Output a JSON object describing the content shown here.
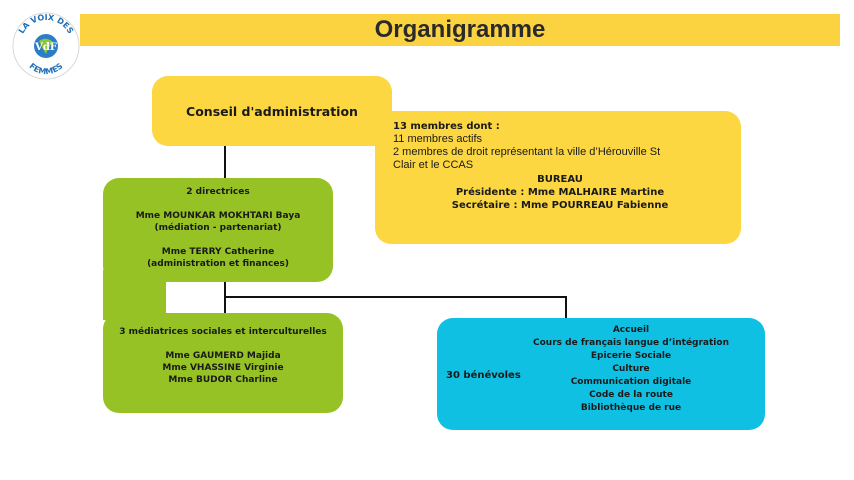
{
  "header": {
    "title": "Organigramme"
  },
  "logo": {
    "text_top": "LA VOIX DES",
    "text_bottom": "FEMMES",
    "monogram": "VdF"
  },
  "conseil": {
    "label": "Conseil d'administration"
  },
  "membres": {
    "heading": "13 membres dont :",
    "line1": "11 membres actifs",
    "line2": "2 membres de droit représentant la ville d’Hérouville St",
    "line3": "Clair et le CCAS",
    "bureau": "BUREAU",
    "presidente": "Présidente : Mme MALHAIRE Martine",
    "secretaire": "Secrétaire : Mme POURREAU Fabienne"
  },
  "directrices": {
    "heading": "2 directrices",
    "d1_name": "Mme MOUNKAR MOKHTARI Baya",
    "d1_role": "(médiation - partenariat)",
    "d2_name": "Mme TERRY Catherine",
    "d2_role": "(administration et finances)"
  },
  "mediatrices": {
    "heading": "3 médiatrices sociales et interculturelles",
    "m1": "Mme GAUMERD Majida",
    "m2": "Mme VHASSINE Virginie",
    "m3": "Mme BUDOR Charline"
  },
  "benevoles": {
    "lead": "30 bénévoles",
    "items": [
      "Accueil",
      "Cours de français langue d’intégration",
      "Epicerie Sociale",
      "Culture",
      "Communication digitale",
      "Code de la route",
      "Bibliothèque de rue"
    ]
  },
  "colors": {
    "yellow": "#fcd741",
    "green": "#96c225",
    "blue": "#0fc0e2",
    "title_band": "#fbd341"
  }
}
